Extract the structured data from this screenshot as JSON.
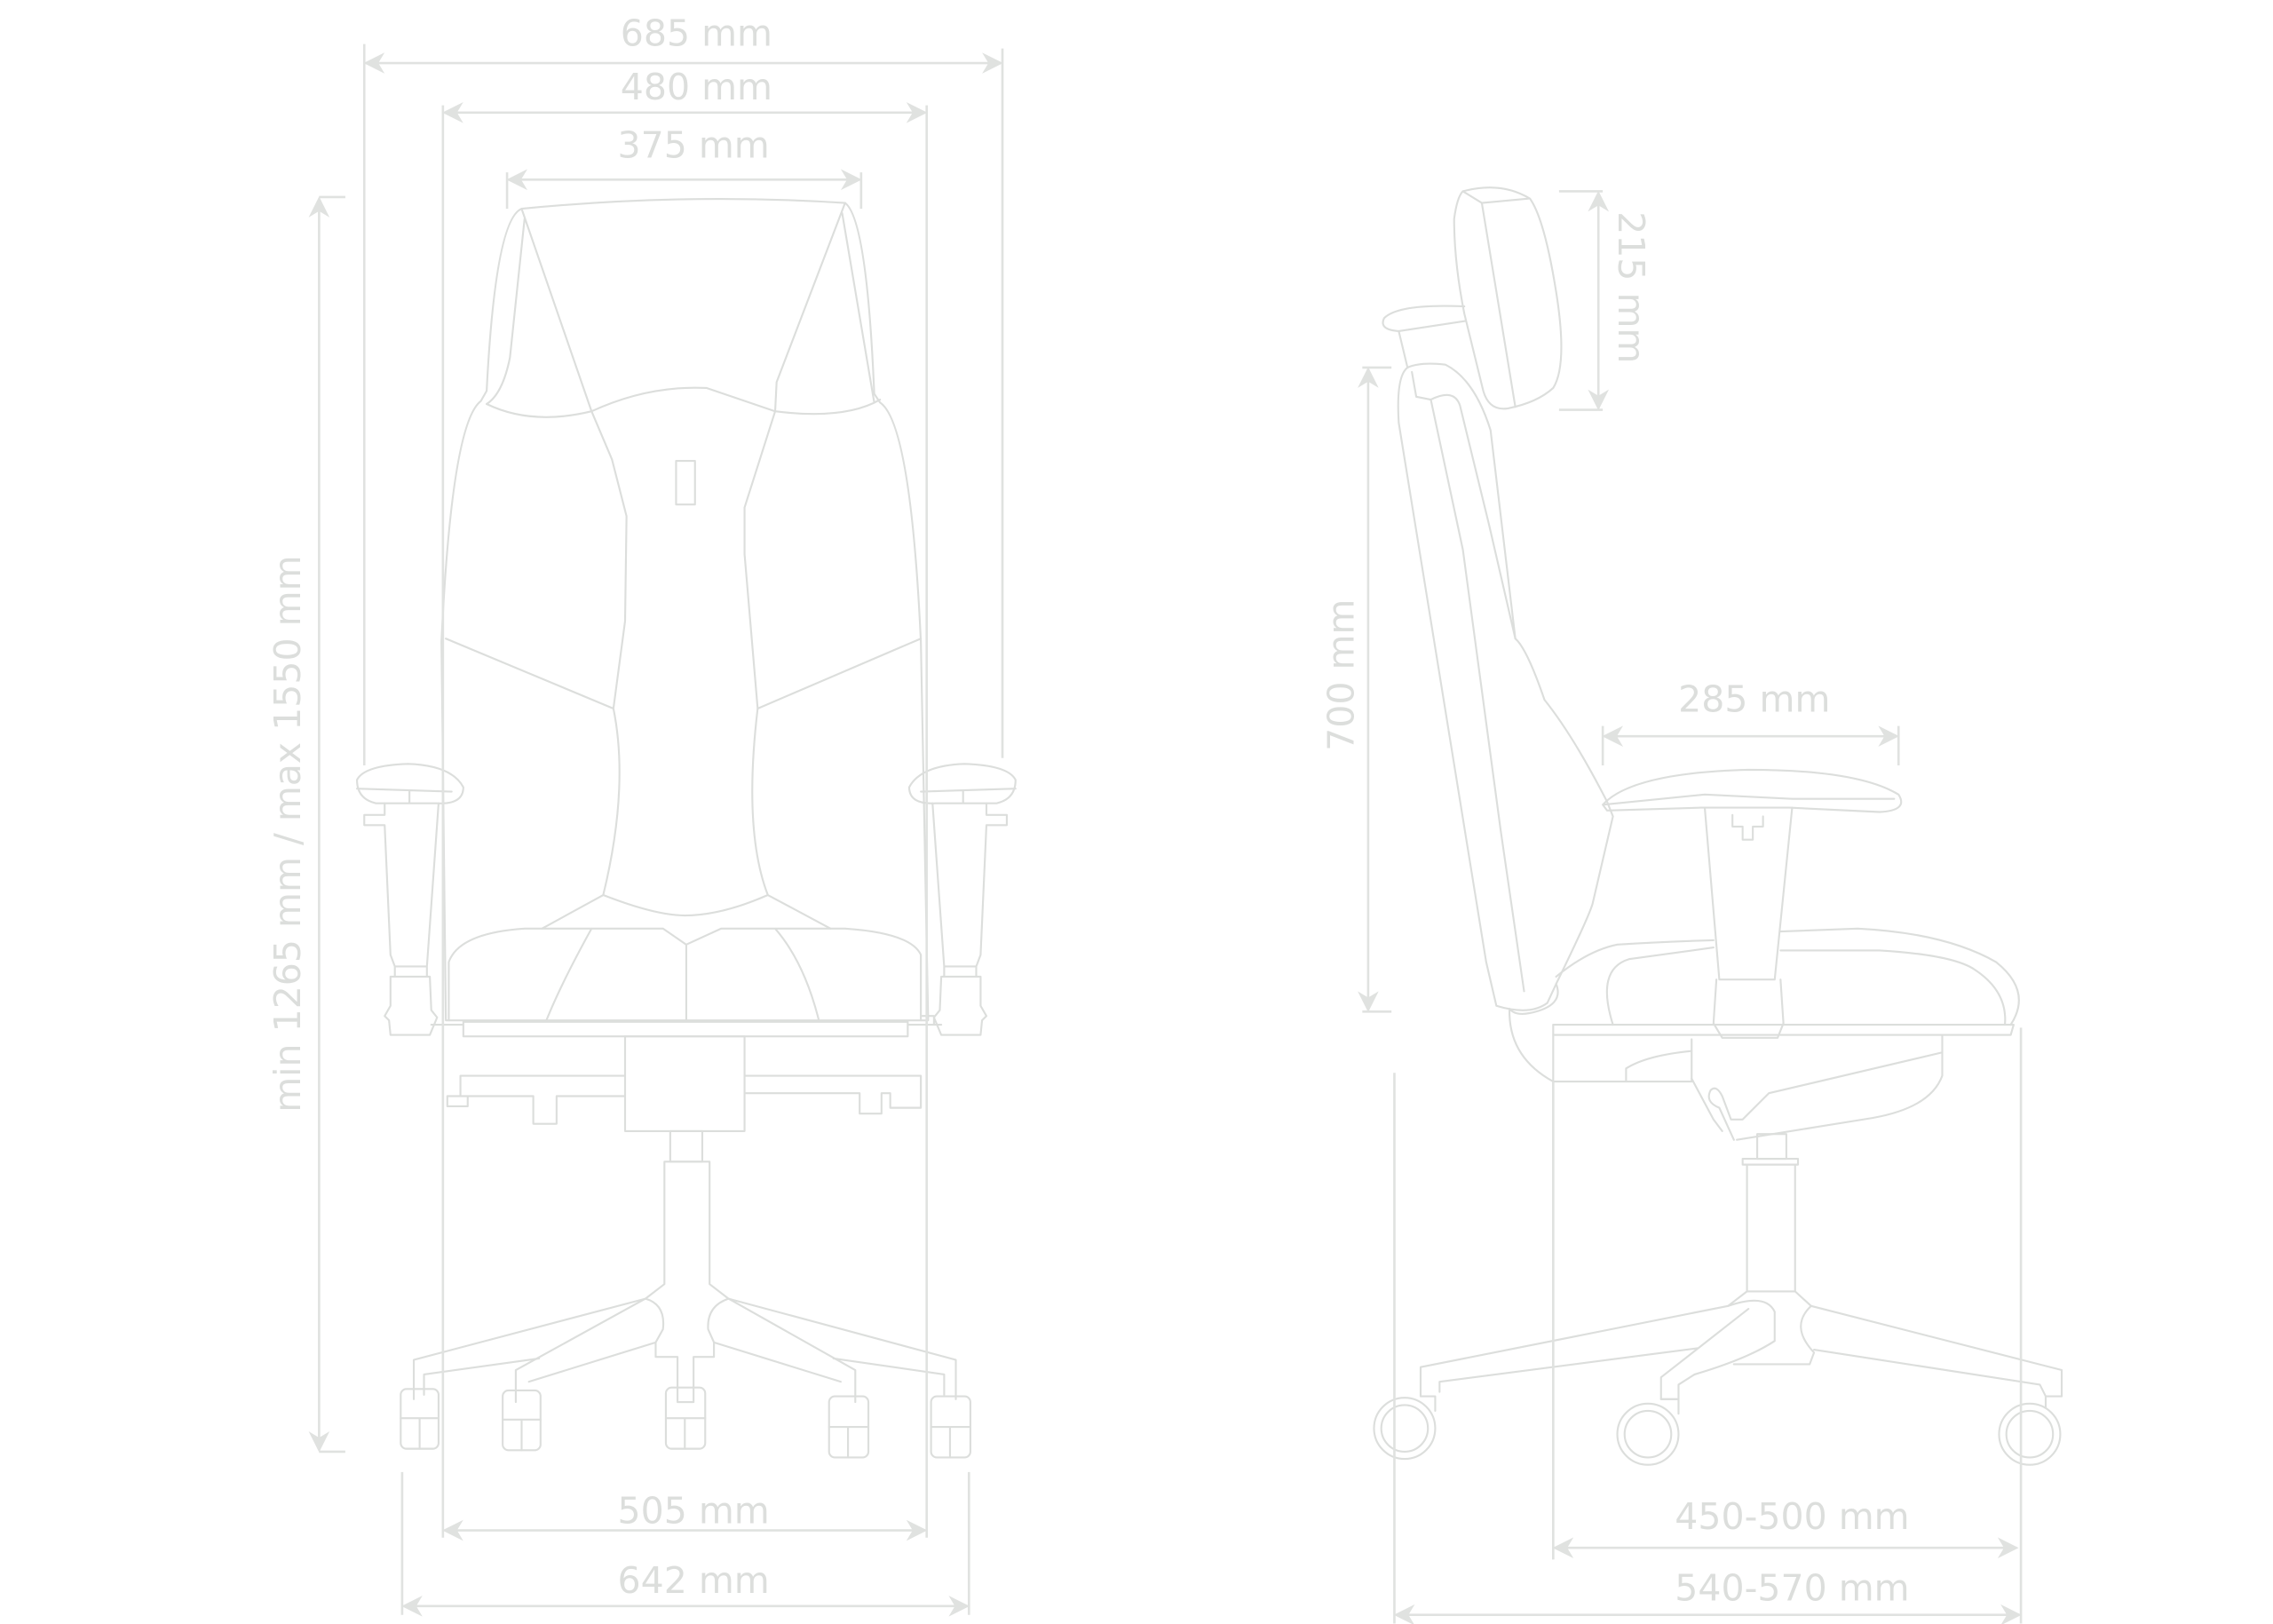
{
  "front_view": {
    "overall_width": "685 mm",
    "armrest_inner_width": "480 mm",
    "backrest_width": "375 mm",
    "height_range": "min 1265 mm / max 1550 mm",
    "seat_width": "505 mm",
    "base_width": "642 mm"
  },
  "side_view": {
    "headrest_height": "215 mm",
    "backrest_height": "700 mm",
    "armrest_length": "285 mm",
    "seat_depth": "450-500 mm",
    "overall_depth": "540-570 mm"
  },
  "colors": {
    "line": "#dcdedc",
    "background": "#ffffff"
  }
}
